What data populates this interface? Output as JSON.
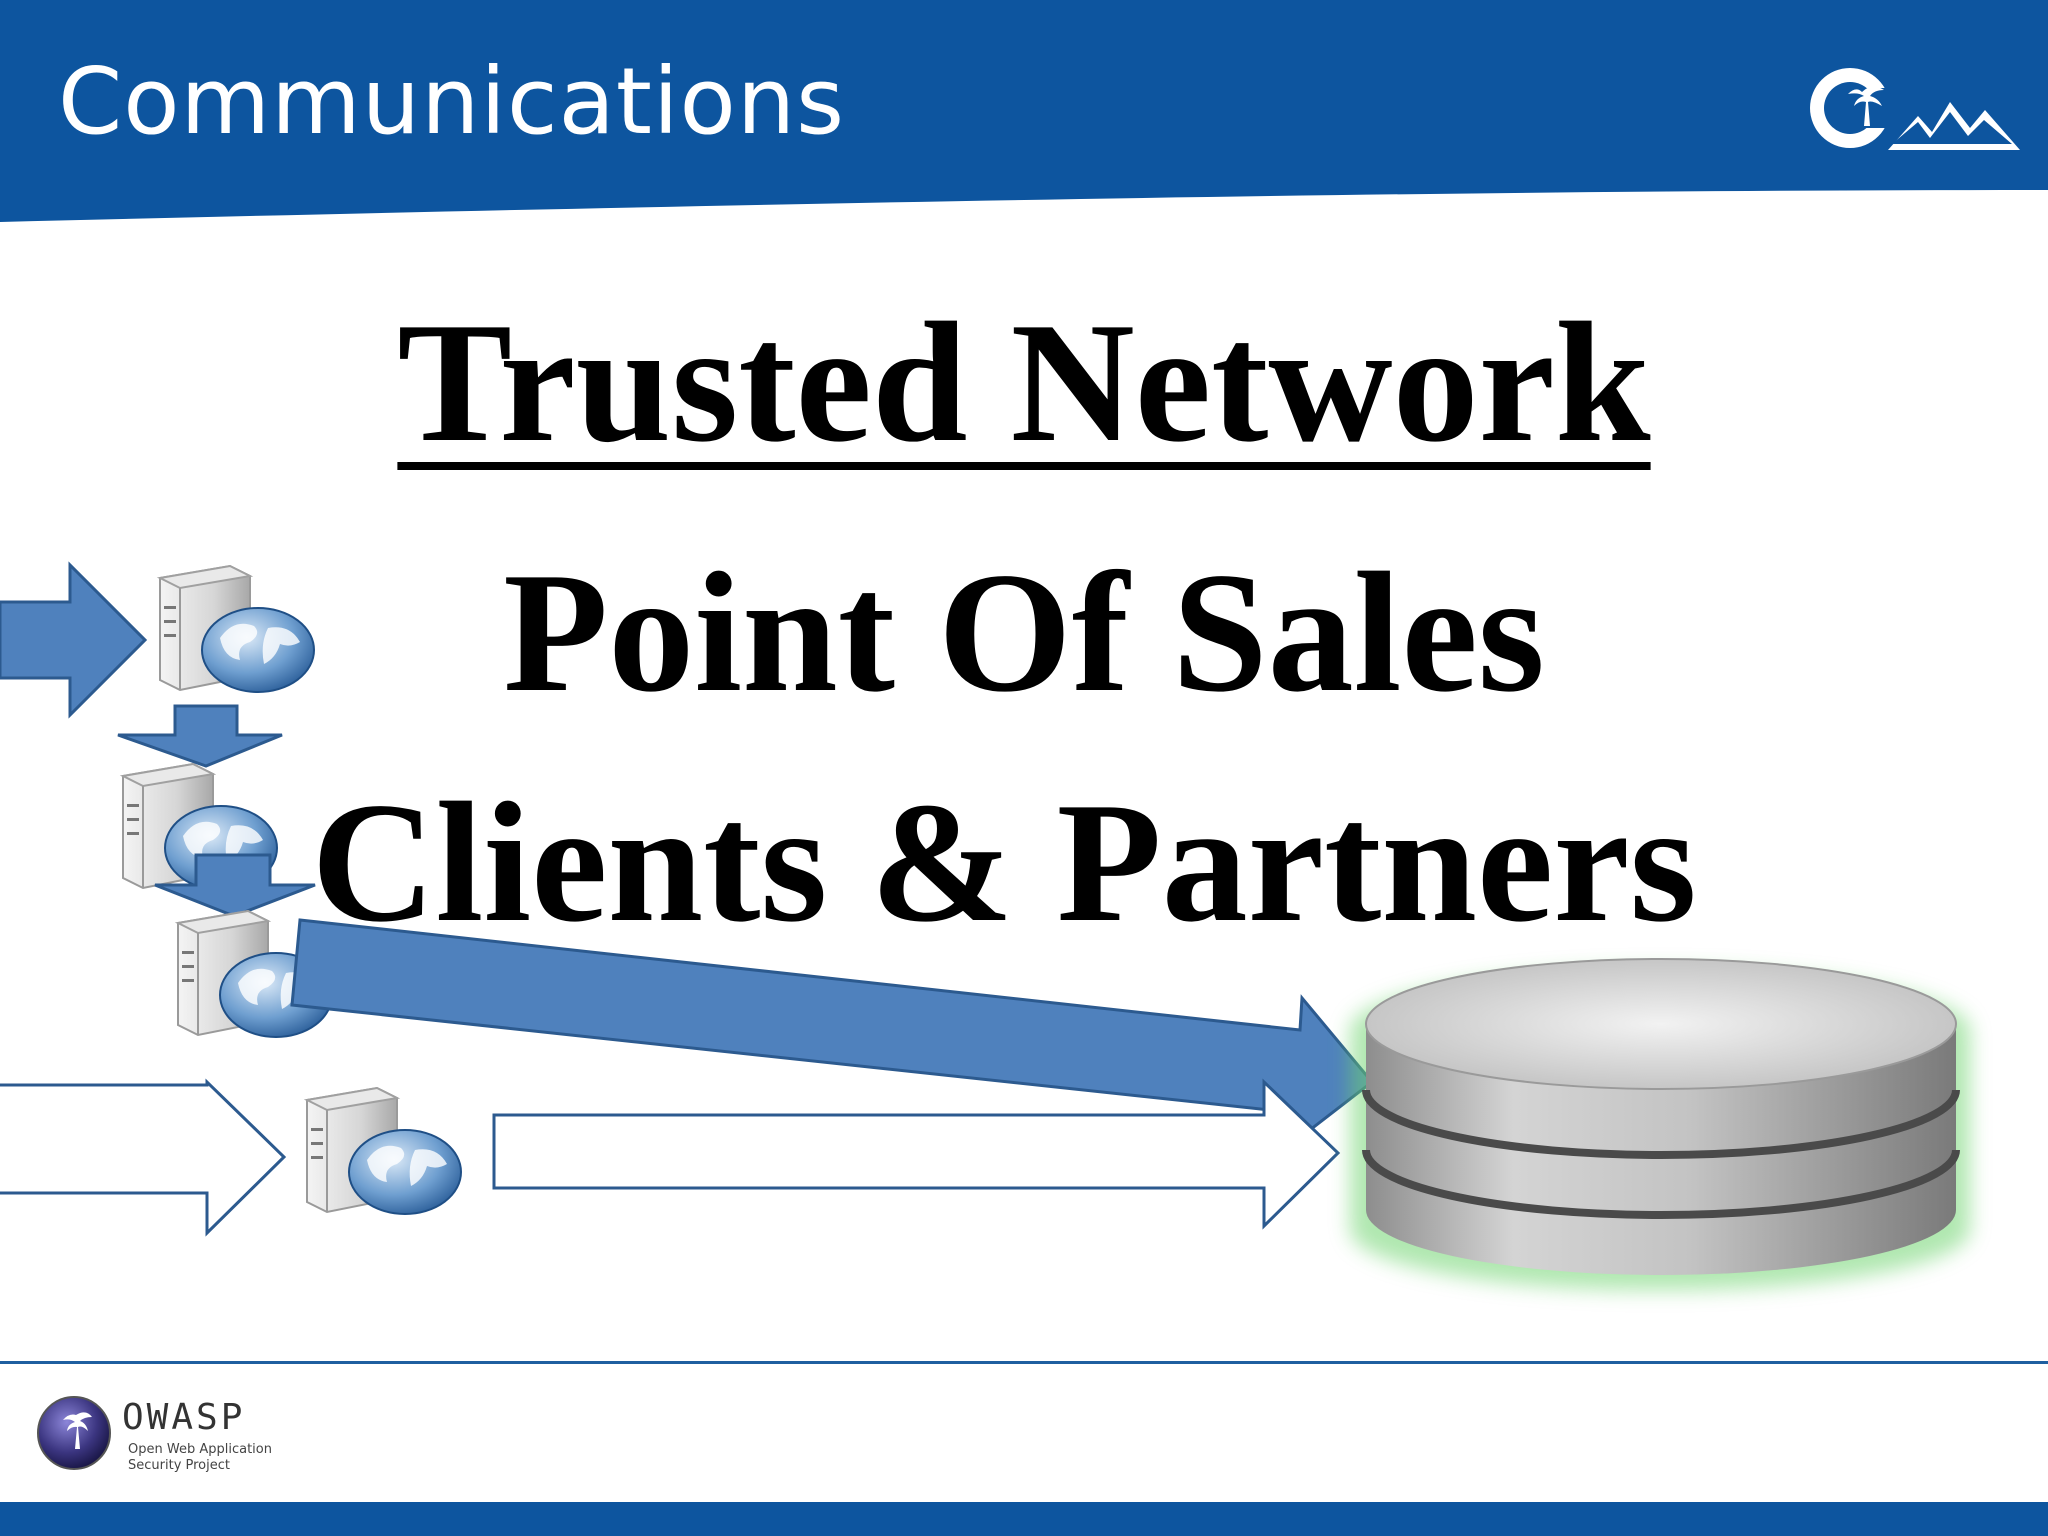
{
  "header": {
    "title": "Communications",
    "bg_color": "#0d559f",
    "logo_icon": "palm-mountain-logo"
  },
  "content": {
    "heading": "Trusted Network",
    "line2": "Point Of Sales",
    "line3": "Clients & Partners"
  },
  "diagram": {
    "server_icon": "web-server-globe-icon",
    "database_icon": "database-cylinder-icon",
    "arrow_fill": "#4f81bd",
    "arrow_stroke": "#2c5a8f",
    "glow_color": "#6fd46f"
  },
  "footer": {
    "logo_text": "OWASP",
    "logo_sub1": "Open Web Application",
    "logo_sub2": "Security Project",
    "line_color": "#1f5fa0"
  }
}
